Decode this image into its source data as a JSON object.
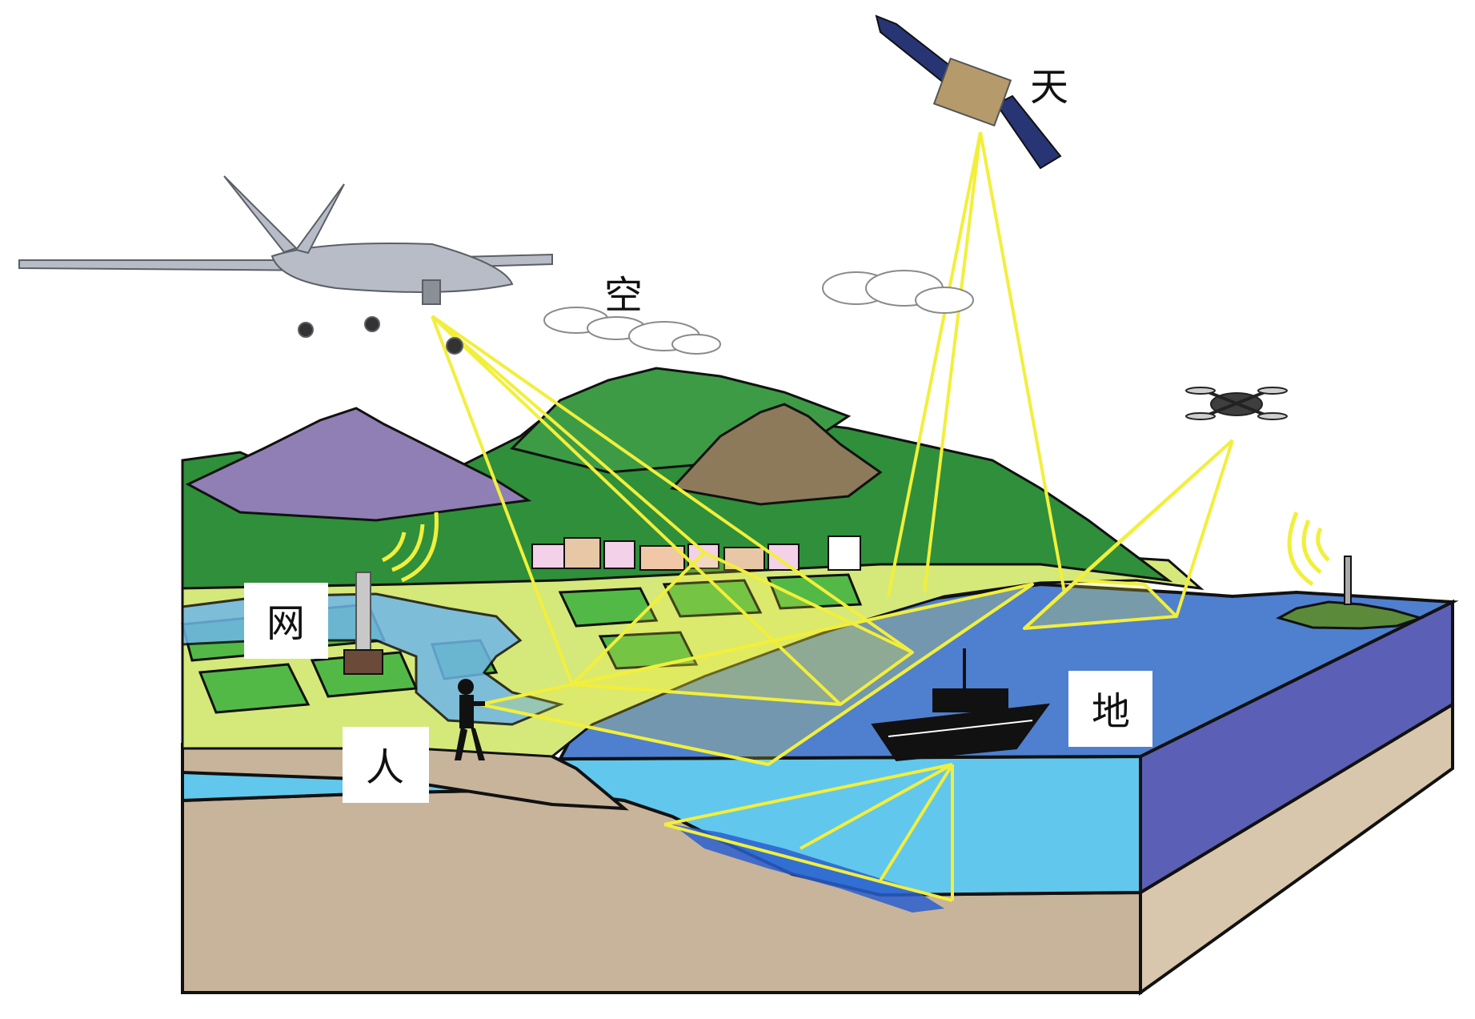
{
  "labels": {
    "tian": "天",
    "kong": "空",
    "wang": "网",
    "ren": "人",
    "di": "地"
  },
  "colors": {
    "sky": "#ffffff",
    "beam": "#f2ef3c",
    "sea_surface": "#4f7fcf",
    "sea_side": "#5b5fb5",
    "water_section": "#62c7ec",
    "soil": "#c8b49a",
    "land_light": "#d5e87a",
    "field_green": "#52b947",
    "forest": "#2f8f3a",
    "mountain_purple": "#8f7fb4",
    "mountain_brown": "#8d7a5a",
    "outline": "#111111"
  }
}
